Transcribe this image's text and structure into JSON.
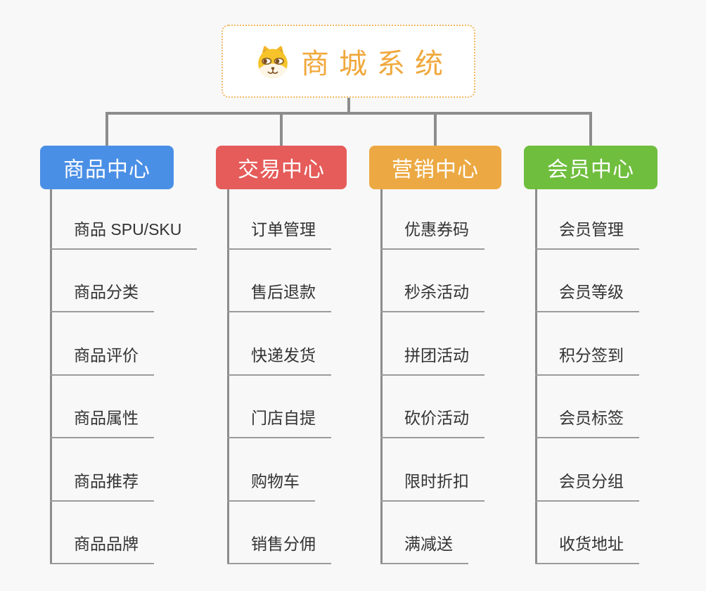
{
  "root": {
    "title": "商城系统",
    "icon": "dog-face-icon"
  },
  "branches": [
    {
      "label": "商品中心",
      "color": "#4a8fe6",
      "items": [
        "商品 SPU/SKU",
        "商品分类",
        "商品评价",
        "商品属性",
        "商品推荐",
        "商品品牌"
      ]
    },
    {
      "label": "交易中心",
      "color": "#e55c5a",
      "items": [
        "订单管理",
        "售后退款",
        "快递发货",
        "门店自提",
        "购物车",
        "销售分佣"
      ]
    },
    {
      "label": "营销中心",
      "color": "#eca943",
      "items": [
        "优惠券码",
        "秒杀活动",
        "拼团活动",
        "砍价活动",
        "限时折扣",
        "满减送"
      ]
    },
    {
      "label": "会员中心",
      "color": "#6fbe3e",
      "items": [
        "会员管理",
        "会员等级",
        "积分签到",
        "会员标签",
        "会员分组",
        "收货地址"
      ]
    }
  ],
  "colors": {
    "background": "#f8f8f8",
    "connector": "#8d8d8d",
    "underline": "#9b9b9b",
    "root_text": "#f0a83c",
    "root_border": "#f2b863",
    "leaf_text": "#333333",
    "branch_text": "#ffffff"
  }
}
